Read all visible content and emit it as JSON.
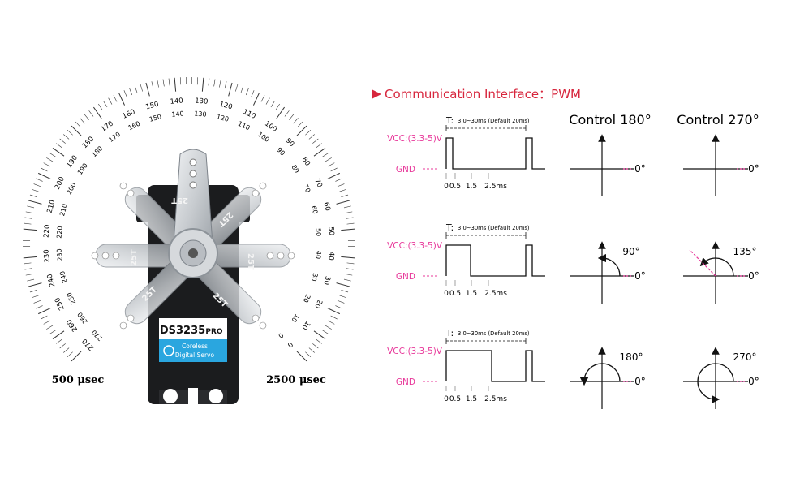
{
  "dial": {
    "outer_numbers": [
      "0",
      "10",
      "20",
      "30",
      "40",
      "50",
      "60",
      "70",
      "80",
      "90",
      "100",
      "110",
      "120",
      "130",
      "140",
      "150",
      "160",
      "170",
      "180",
      "190",
      "200",
      "210",
      "220",
      "230",
      "240",
      "250",
      "260",
      "270"
    ],
    "inner_numbers": [
      "270",
      "260",
      "250",
      "240",
      "230",
      "220",
      "210",
      "200",
      "190",
      "180",
      "170",
      "160",
      "150",
      "140",
      "130",
      "120",
      "110",
      "100",
      "90",
      "80",
      "70",
      "60",
      "50",
      "40",
      "30",
      "20",
      "10",
      "0"
    ],
    "left_label": "500 μsec",
    "right_label": "2500 μsec"
  },
  "servo": {
    "model": "DS3235",
    "model_suffix": "PRO",
    "brand_line1": "Coreless",
    "brand_line2": "Digital Servo",
    "horn_marks": [
      "25T",
      "25T",
      "25T",
      "25T",
      "25T",
      "25T"
    ]
  },
  "interface": {
    "heading": "Communication Interface：PWM",
    "col_180": "Control 180°",
    "col_270": "Control 270°",
    "period_label": "T",
    "period_note": "3.0~30ms (Default 20ms)",
    "vcc_label": "VCC:(3.3-5)V",
    "gnd_label": "GND",
    "ticks": [
      "0",
      "0.5",
      "1.5",
      "2.5ms"
    ],
    "zero_label": "0°",
    "rows": [
      {
        "angle_180": "",
        "angle_270": ""
      },
      {
        "angle_180": "90°",
        "angle_270": "135°"
      },
      {
        "angle_180": "180°",
        "angle_270": "270°"
      }
    ],
    "accent_color": "#e8389a",
    "heading_color": "#d7263d"
  }
}
